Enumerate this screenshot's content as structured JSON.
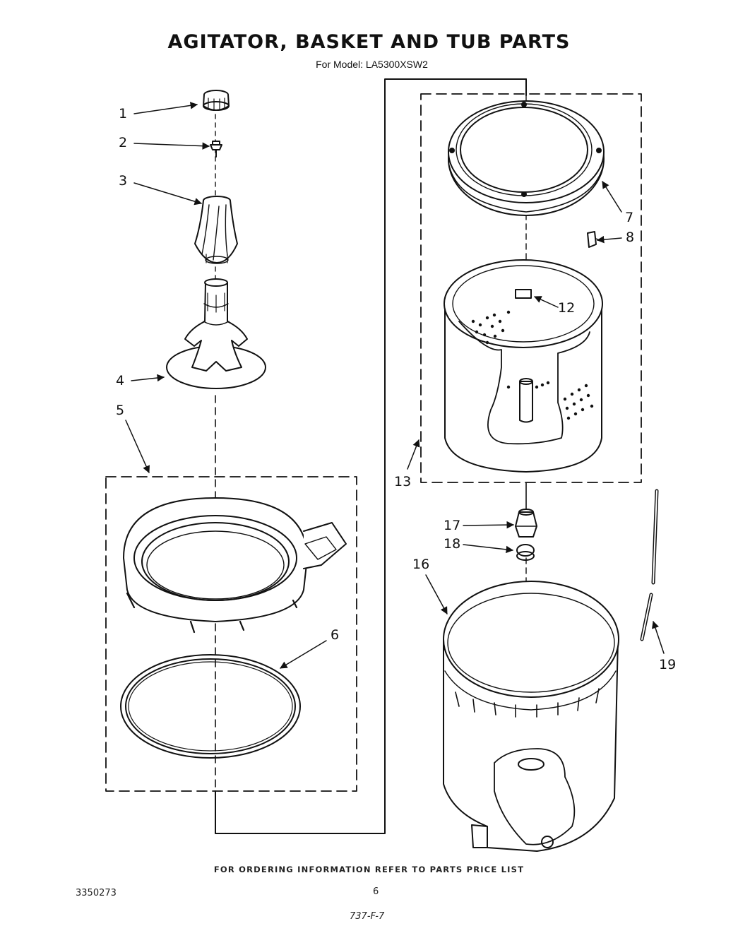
{
  "header": {
    "title": "AGITATOR, BASKET AND TUB PARTS",
    "subtitle": "For Model: LA5300XSW2"
  },
  "callouts": [
    "1",
    "2",
    "3",
    "4",
    "5",
    "6",
    "7",
    "8",
    "12",
    "13",
    "16",
    "17",
    "18",
    "19"
  ],
  "footer": {
    "ordering_note": "FOR ORDERING INFORMATION REFER TO PARTS PRICE LIST",
    "document_number": "3350273",
    "page_number": "6",
    "code": "737-F-7"
  }
}
